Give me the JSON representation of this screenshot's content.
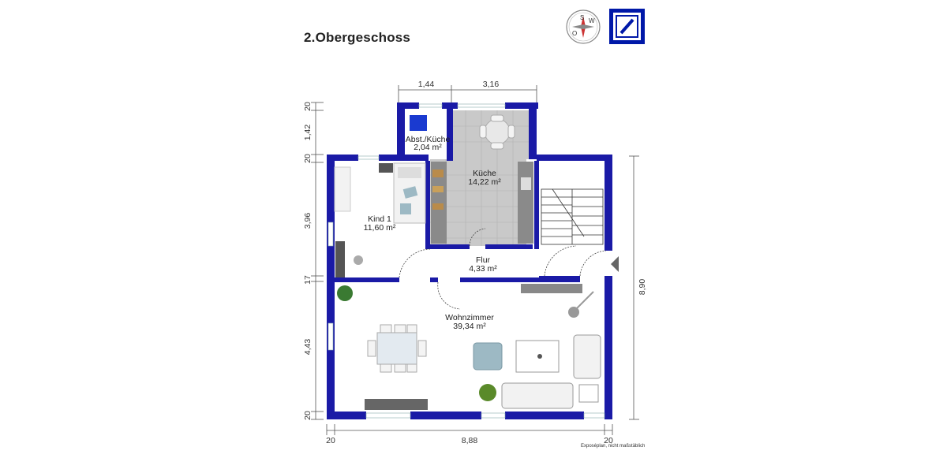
{
  "title": "2.Obergeschoss",
  "disclaimer": "Exposéplan, nicht maßstäblich",
  "compass": {
    "letters": [
      "S",
      "W",
      "O"
    ],
    "icon": "compass-icon"
  },
  "logo": {
    "icon": "deutsche-bank-logo",
    "color": "#0018a8"
  },
  "colors": {
    "wall": "#1a1aa6",
    "tile": "#c9c9c9",
    "furniture": "#9db9c4"
  },
  "rooms": [
    {
      "id": "abst-kueche",
      "name": "Abst./Küche",
      "area": "2,04 m²"
    },
    {
      "id": "kueche",
      "name": "Küche",
      "area": "14,22 m²"
    },
    {
      "id": "kind1",
      "name": "Kind 1",
      "area": "11,60 m²"
    },
    {
      "id": "flur",
      "name": "Flur",
      "area": "4,33 m²"
    },
    {
      "id": "wohnzimmer",
      "name": "Wohnzimmer",
      "area": "39,34 m²"
    }
  ],
  "dimensions": {
    "top": [
      "1,44",
      "3,16"
    ],
    "left": [
      "20",
      "1,42",
      "20",
      "3,96",
      "17",
      "4,43",
      "20"
    ],
    "right": "8,90",
    "bottom": [
      "20",
      "8,88",
      "20"
    ]
  }
}
